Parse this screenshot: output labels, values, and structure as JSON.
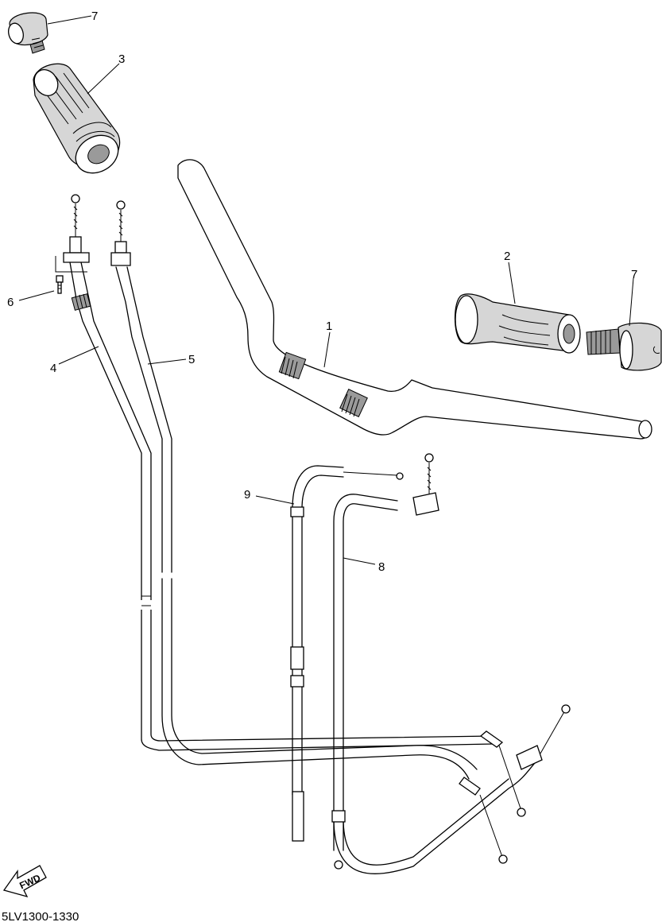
{
  "diagram_code": "5LV1300-1330",
  "fwd_label": "FWD",
  "callouts": {
    "c1": "1",
    "c2": "2",
    "c3": "3",
    "c4": "4",
    "c5": "5",
    "c6": "6",
    "c7_left": "7",
    "c7_right": "7",
    "c8": "8",
    "c9": "9"
  }
}
